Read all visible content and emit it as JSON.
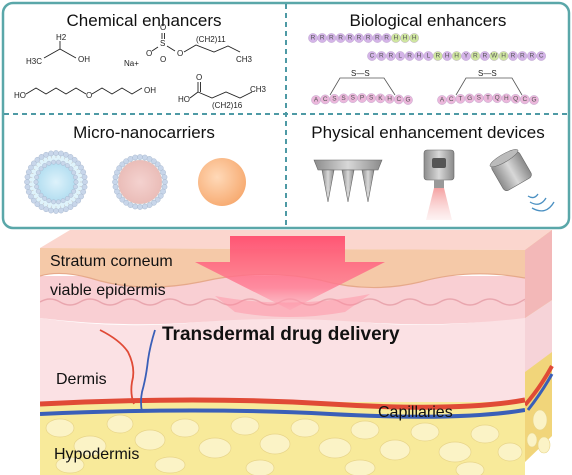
{
  "panels": {
    "chemical": {
      "title": "Chemical enhancers",
      "molecules": {
        "ethanol": {
          "ch3": "H3C",
          "oh": "OH",
          "h2": "H2"
        },
        "sds": {
          "na": "Na+",
          "o1": "O",
          "s": "S",
          "o2": "O",
          "o3": "O",
          "o4": "O",
          "ch2": "(CH2)11",
          "ch3": "CH3"
        },
        "glycol": {
          "ho": "HO",
          "o": "O",
          "oh": "OH"
        },
        "acid": {
          "ho": "HO",
          "o": "O",
          "ch2": "(CH2)16",
          "ch3": "CH3"
        }
      }
    },
    "biological": {
      "title": "Biological enhancers",
      "peptide1_lead": "RRRRRRRRR",
      "peptide1_end": "HHH",
      "peptide2": "CRRLRHLRHHYRRWHRRRC",
      "ring1": "ACSSSPSKHCG",
      "ring2": "ACTGSTQHQCG",
      "bond": "S—S"
    },
    "micro": {
      "title": "Micro-nanocarriers"
    },
    "physical": {
      "title": "Physical enhancement devices"
    }
  },
  "skin": {
    "stratum": "Stratum corneum",
    "viable": "viable epidermis",
    "main": "Transdermal drug delivery",
    "dermis": "Dermis",
    "capillaries": "Capillaries",
    "hypodermis": "Hypodermis"
  },
  "colors": {
    "frame": "#5aa7a9",
    "divider": "#4e9aa5",
    "arrow": "#ff6b86",
    "epidermis": "#f7c6c9",
    "dermis": "#fbe1e4",
    "hypodermis": "#f8ea9a",
    "fat": "#fbf3c6",
    "artery": "#e04a36",
    "vein": "#3a5fb8",
    "bead_green": "#cfe6a0",
    "bead_purple": "#d4b4e8",
    "bead_pink": "#ebb7db"
  }
}
